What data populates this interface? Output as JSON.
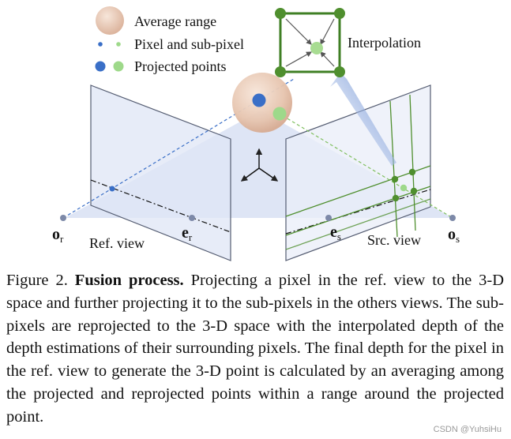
{
  "figure": {
    "legend": {
      "average_range": "Average range",
      "pixel_subpixel": "Pixel and sub-pixel",
      "projected_points": "Projected points"
    },
    "interpolation_label": "Interpolation",
    "ref_origin": {
      "base": "o",
      "sub": "r"
    },
    "ref_epipole": {
      "base": "e",
      "sub": "r"
    },
    "ref_view_label": "Ref. view",
    "src_epipole": {
      "base": "e",
      "sub": "s"
    },
    "src_view_label": "Src. view",
    "src_origin": {
      "base": "o",
      "sub": "s"
    },
    "colors": {
      "ref_blue": "#3a6fc7",
      "sub_green": "#9ed98a",
      "grid_green": "#4f8f2e",
      "sphere": "#e8c9b5",
      "plane_fill": "#c9d5ee",
      "plane_edge": "#555d72"
    }
  },
  "caption": {
    "label": "Figure 2.",
    "title": "Fusion process.",
    "text": "Projecting a pixel in the ref. view to the 3-D space and further projecting it to the sub-pixels in the others views. The sub-pixels are reprojected to the 3-D space with the interpolated depth of the depth estimations of their surrounding pixels. The final depth for the pixel in the ref. view to generate the 3-D point is calculated by an averaging among the projected and reprojected points within a range around the projected point."
  },
  "watermark": "CSDN @YuhsiHu"
}
